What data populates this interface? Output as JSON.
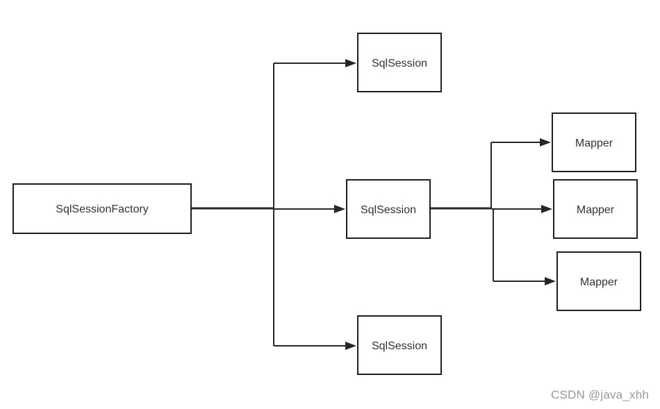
{
  "diagram": {
    "factory": {
      "label": "SqlSessionFactory"
    },
    "sessions": [
      {
        "label": "SqlSession"
      },
      {
        "label": "SqlSession"
      },
      {
        "label": "SqlSession"
      }
    ],
    "mappers": [
      {
        "label": "Mapper"
      },
      {
        "label": "Mapper"
      },
      {
        "label": "Mapper"
      }
    ]
  },
  "watermark": "CSDN @java_xhh"
}
